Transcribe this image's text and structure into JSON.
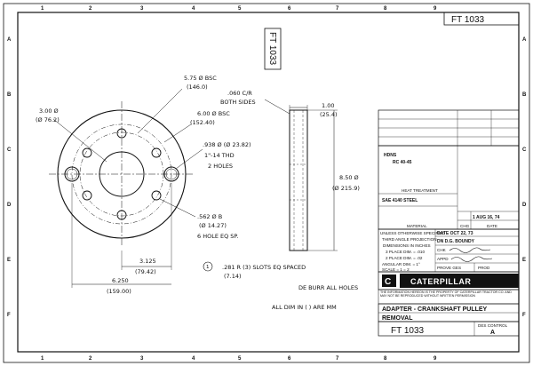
{
  "sheet": {
    "top_numbers": [
      "1",
      "2",
      "3",
      "4",
      "5",
      "6",
      "7",
      "8",
      "9"
    ],
    "bottom_numbers": [
      "1",
      "2",
      "3",
      "4",
      "5",
      "6",
      "7",
      "8",
      "9"
    ],
    "side_letters": [
      "A",
      "B",
      "C",
      "D",
      "E",
      "F"
    ],
    "corner_code": "FT 1033",
    "vertical_code": "FT 1033"
  },
  "front_view": {
    "dims": {
      "bsc_575": "5.75 Ø BSC",
      "bsc_575_mm": "(146.0)",
      "bsc_600": "6.00 Ø BSC",
      "bsc_600_mm": "(152.40)",
      "dia_300": "3.00 Ø",
      "dia_300_mm": "(Ø 76.2)",
      "hole_938": ".938 Ø  (Ø 23.82)",
      "thread": "1\"-14 THD",
      "holes_2": "2 HOLES",
      "hole_562": ".562 Ø B",
      "hole_562_mm": "(Ø 14.27)",
      "holes_6": "6 HOLE  EQ SP.",
      "dim_3125": "3.125",
      "dim_3125_mm": "(79.42)",
      "dim_6250": "6.250",
      "dim_6250_mm": "(159.00)",
      "slot_note": ".281 R  (3) SLOTS EQ SPACED",
      "slot_mm": "(7.14)",
      "slot_callout": "1"
    }
  },
  "side_view": {
    "dims": {
      "chamfer": ".060 C/R",
      "chamfer_sides": "BOTH SIDES",
      "thick": "1.00",
      "thick_mm": "(25.4)",
      "dia_850": "8.50 Ø",
      "dia_850_mm": "(Ø 215.9)"
    }
  },
  "notes": {
    "deburr": "DE BURR ALL HOLES",
    "dims": "ALL DIM IN (  ) ARE MM"
  },
  "title_block": {
    "hardness_1": "HDNS",
    "hardness_2": "RC 40-45",
    "heat_treat_label": "HEAT TREATMENT",
    "material_value": "SAE 4140  STEEL",
    "material_label": "MATERIAL",
    "rev_date": "1 AUG 16, 74",
    "rev_label": "CHG",
    "date_label": "DATE",
    "tol_1": "UNLESS OTHERWISE SPECIFIED",
    "tol_2": "THIRD ANGLE PROJECTION",
    "tol_3": "DIMENSIONS IN INCHES",
    "tol_4": "3 PLACE DIM. = .010",
    "tol_5": "2 PLACE DIM. = .02",
    "tol_6": "ANGULAR DIM. = 1°",
    "tol_7": "SCALE = 1 = 2",
    "date_row": "DATE  OCT 22, 73",
    "dn_row": "DN  D.G. BOUNDY",
    "chk_row": "CHK",
    "appd_row": "APPD",
    "prove_label": "PROVE GES",
    "prod_label": "PROD",
    "brand": "CATERPILLAR",
    "prop_text": "THE INFORMATION HEREON IS THE PROPERTY OF CATERPILLAR TRACTOR CO. AND MAY NOT BE REPRODUCED WITHOUT WRITTEN PERMISSION",
    "title_1": "ADAPTER - CRANKSHAFT PULLEY",
    "title_2": "REMOVAL",
    "number": "FT 1033",
    "des_label": "DES CONTROL",
    "des_value": "A"
  }
}
